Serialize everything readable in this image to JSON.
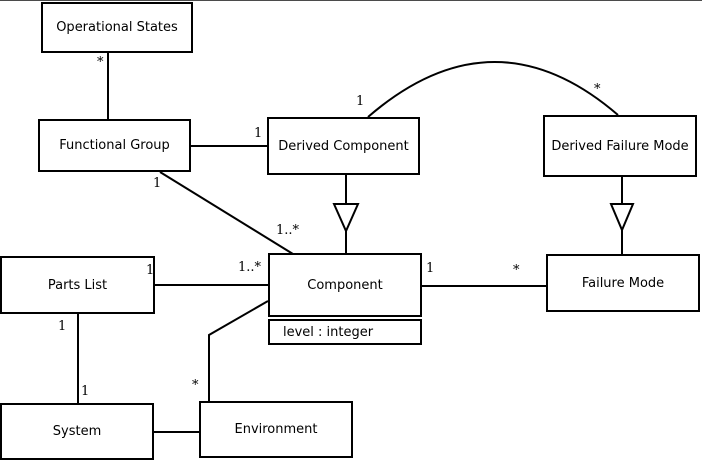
{
  "diagram": {
    "kind": "uml-class-diagram",
    "colors": {
      "line": "#000000",
      "box_fill": "#ffffff",
      "background": "#ffffff"
    },
    "classes": {
      "operational_states": {
        "name": "Operational States"
      },
      "functional_group": {
        "name": "Functional Group"
      },
      "derived_component": {
        "name": "Derived Component"
      },
      "derived_failure_mode": {
        "name": "Derived Failure Mode"
      },
      "parts_list": {
        "name": "Parts List"
      },
      "component": {
        "name": "Component",
        "attributes": [
          "level : integer"
        ]
      },
      "failure_mode": {
        "name": "Failure Mode"
      },
      "system": {
        "name": "System"
      },
      "environment": {
        "name": "Environment"
      }
    },
    "relationships": [
      {
        "source": "Operational States",
        "target": "Functional Group",
        "type": "association",
        "multiplicity_source": "*"
      },
      {
        "source": "Functional Group",
        "target": "Derived Component",
        "type": "association",
        "multiplicity_target": "1"
      },
      {
        "source": "Functional Group",
        "target": "Component",
        "type": "association",
        "multiplicity_source": "1",
        "multiplicity_target": "1..*"
      },
      {
        "source": "Derived Component",
        "target": "Derived Failure Mode",
        "type": "association",
        "multiplicity_source": "1",
        "multiplicity_target": "*"
      },
      {
        "source": "Derived Component",
        "target": "Component",
        "type": "generalization"
      },
      {
        "source": "Derived Failure Mode",
        "target": "Failure Mode",
        "type": "generalization"
      },
      {
        "source": "Parts List",
        "target": "Component",
        "type": "association",
        "multiplicity_source": "1",
        "multiplicity_target": "1..*"
      },
      {
        "source": "Component",
        "target": "Failure Mode",
        "type": "association",
        "multiplicity_source": "1",
        "multiplicity_target": "*"
      },
      {
        "source": "Parts List",
        "target": "System",
        "type": "association",
        "multiplicity_source": "1",
        "multiplicity_target": "1"
      },
      {
        "source": "Component",
        "target": "Environment",
        "type": "association",
        "multiplicity_target": "*"
      },
      {
        "source": "System",
        "target": "Environment",
        "type": "association"
      }
    ]
  }
}
